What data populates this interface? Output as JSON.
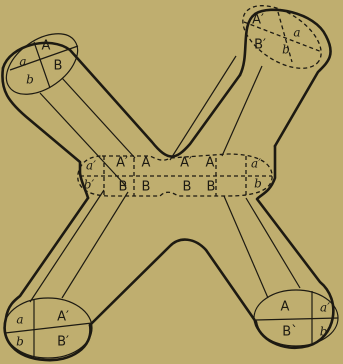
{
  "diagram": {
    "top_left_end": {
      "labels": [
        "a",
        "A",
        "b",
        "B"
      ]
    },
    "top_right_end": {
      "labels": [
        "A′",
        "a",
        "B′",
        "b"
      ]
    },
    "center_band": {
      "labels": [
        "a′",
        "A′",
        "A",
        "A′",
        "A",
        "a′",
        "b′",
        "B",
        "B",
        "B",
        "B",
        "b"
      ]
    },
    "bottom_left_end": {
      "labels": [
        "a",
        "A′",
        "b",
        "B′"
      ]
    },
    "bottom_right_end": {
      "labels": [
        "A",
        "a′",
        "B`",
        "b′"
      ]
    }
  }
}
